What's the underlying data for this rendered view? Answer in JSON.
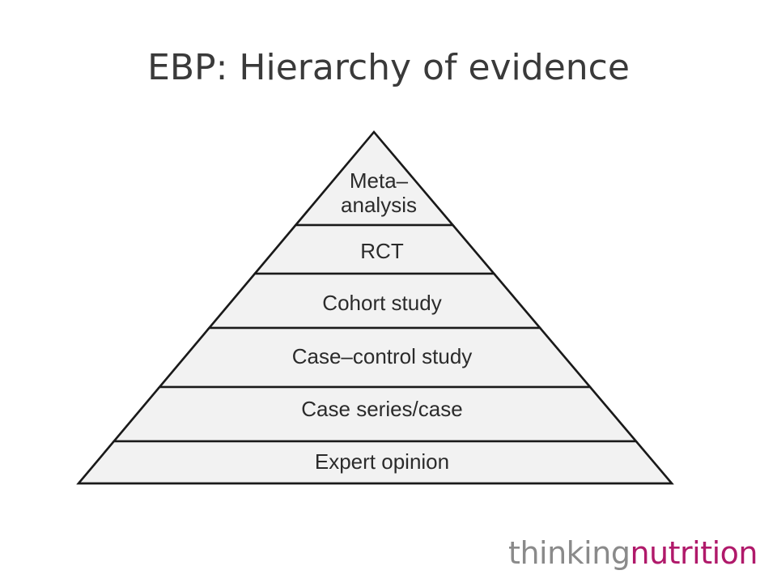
{
  "title": "EBP: Hierarchy of evidence",
  "pyramid": {
    "tiers": [
      {
        "lines": [
          "Meta–",
          "analysis"
        ]
      },
      {
        "lines": [
          "RCT"
        ]
      },
      {
        "lines": [
          "Cohort study"
        ]
      },
      {
        "lines": [
          "Case–control study"
        ]
      },
      {
        "lines": [
          "Case series/case"
        ]
      },
      {
        "lines": [
          "Expert opinion"
        ]
      }
    ]
  },
  "colors": {
    "tier_fill": "#f2f2f2",
    "outline": "#1a1a1a",
    "title": "#3a3a3a",
    "logo_gray": "#8a8a8a",
    "logo_magenta": "#b0196a"
  },
  "logo": {
    "part1": "thinking",
    "part2": "nutrition"
  }
}
